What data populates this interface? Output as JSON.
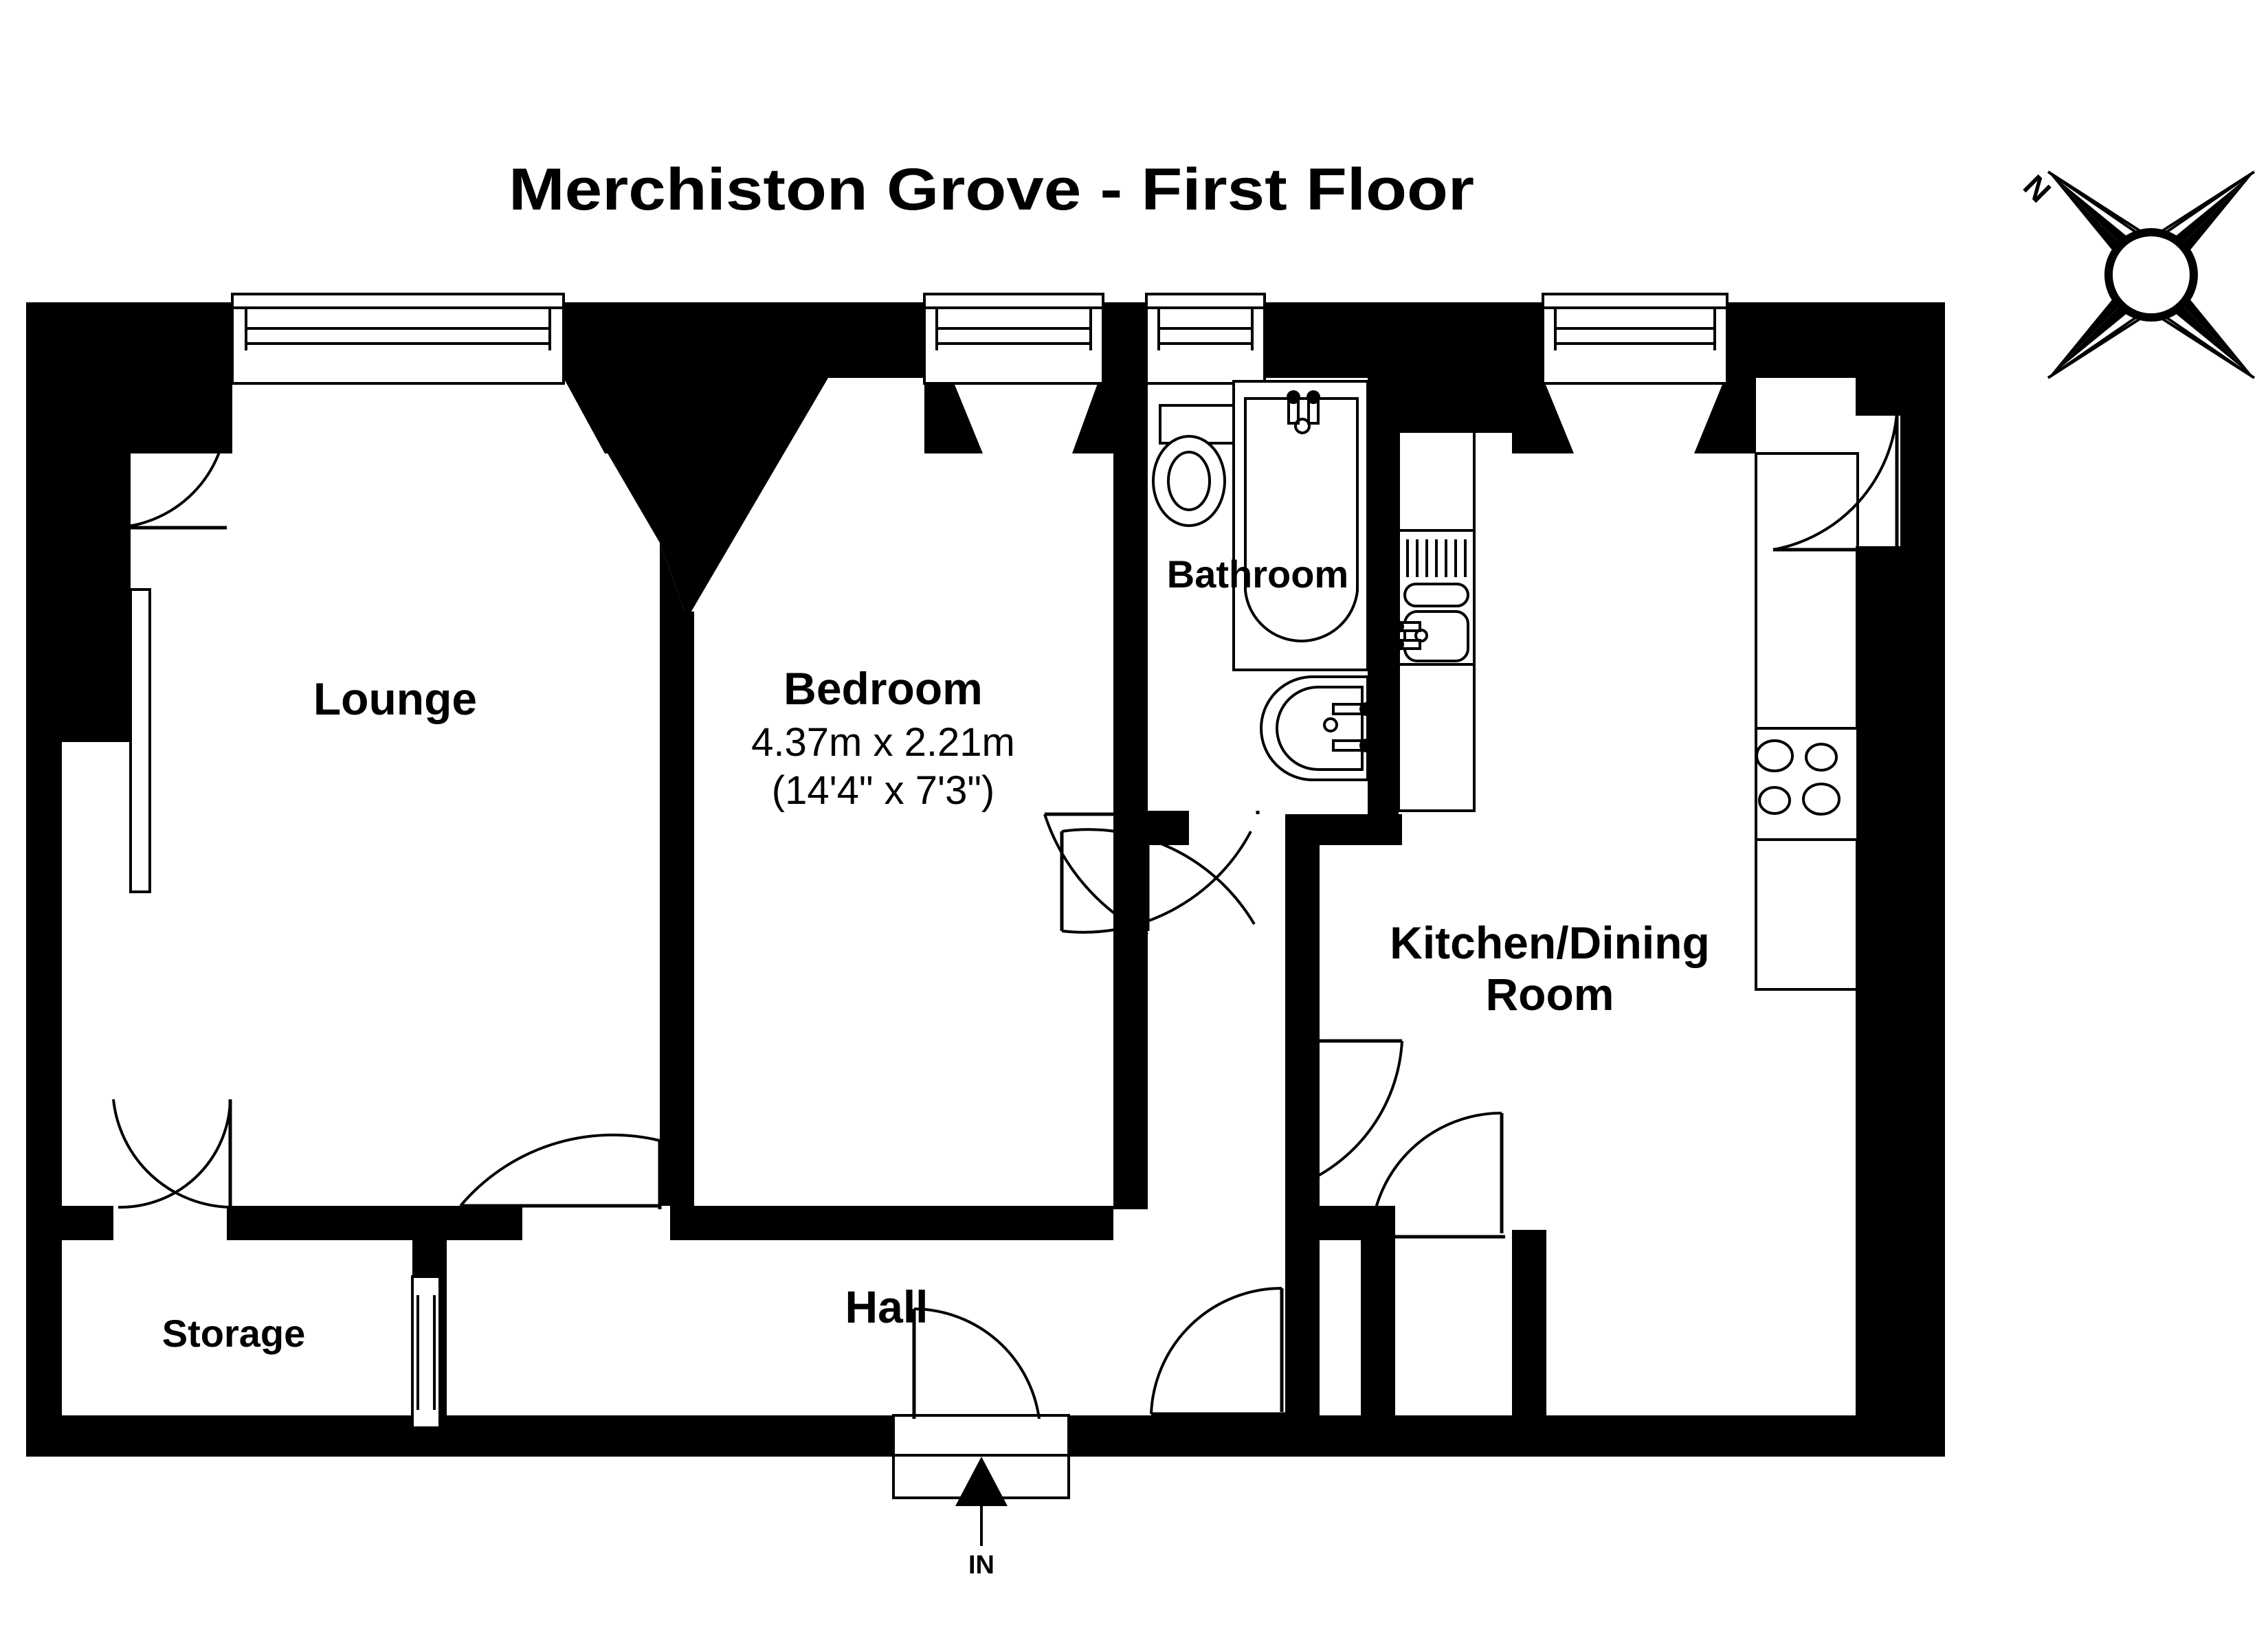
{
  "plan": {
    "title": "Merchiston Grove - First Floor",
    "entrance_label": "IN",
    "compass_north_label": "N",
    "rooms": [
      {
        "key": "lounge",
        "name": "Lounge",
        "dimensions_metric": "",
        "dimensions_imperial": ""
      },
      {
        "key": "bedroom",
        "name": "Bedroom",
        "dimensions_metric": "4.37m x 2.21m",
        "dimensions_imperial": "(14'4\" x 7'3\")"
      },
      {
        "key": "bathroom",
        "name": "Bathroom",
        "dimensions_metric": "",
        "dimensions_imperial": ""
      },
      {
        "key": "kitchen",
        "name": "Kitchen/Dining",
        "name_line2": "Room",
        "dimensions_metric": "",
        "dimensions_imperial": ""
      },
      {
        "key": "hall",
        "name": "Hall",
        "dimensions_metric": "",
        "dimensions_imperial": ""
      },
      {
        "key": "storage",
        "name": "Storage",
        "dimensions_metric": "",
        "dimensions_imperial": ""
      }
    ],
    "fixtures": [
      {
        "key": "toilet",
        "label": "toilet"
      },
      {
        "key": "bath",
        "label": "bath"
      },
      {
        "key": "wash-basin",
        "label": "wash basin"
      },
      {
        "key": "kitchen-sink",
        "label": "kitchen sink with drainer"
      },
      {
        "key": "hob",
        "label": "four-ring hob"
      }
    ],
    "colors": {
      "wall": "#000000",
      "background": "#ffffff",
      "line": "#000000"
    }
  }
}
